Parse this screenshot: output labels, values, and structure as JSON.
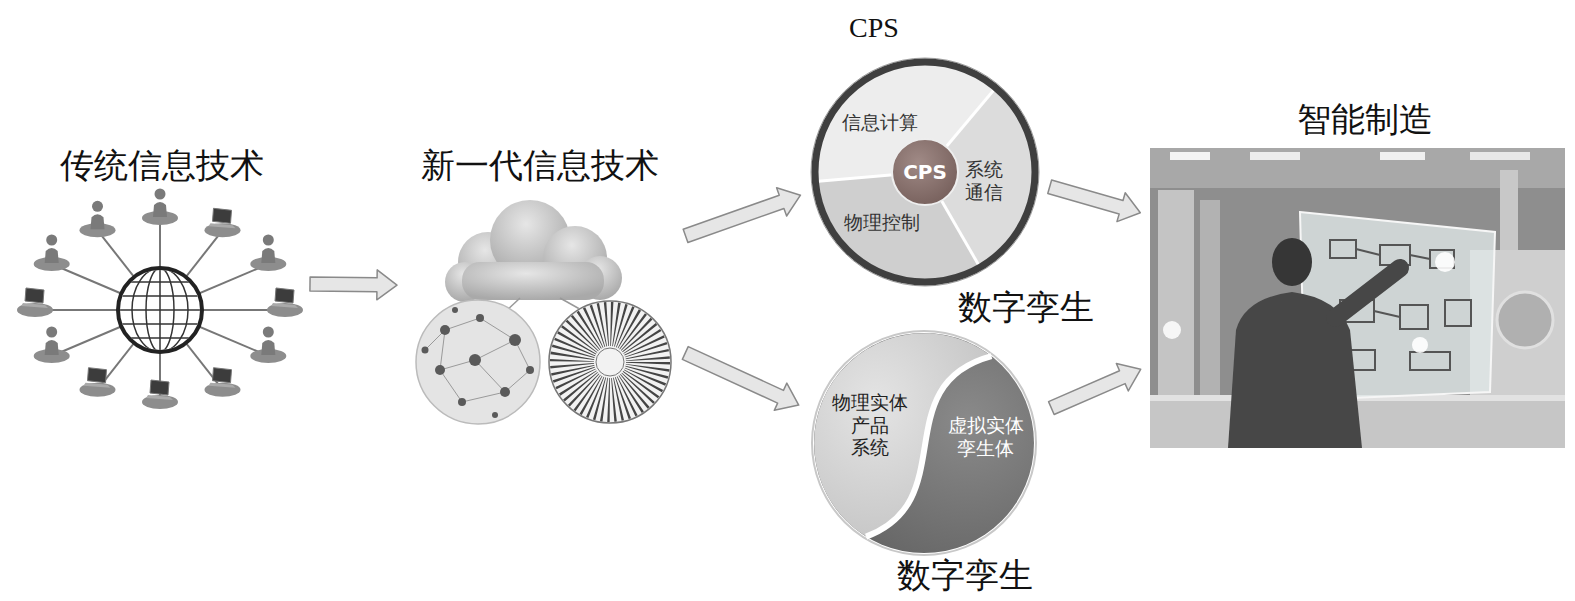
{
  "diagram": {
    "nodes": [
      {
        "text": [
          "传统信息技术"
        ]
      },
      {
        "text": [
          "新一代信息技术"
        ]
      },
      {
        "text": [
          "CPS"
        ]
      },
      {
        "text": [
          "信息计算"
        ],
        "in": 2
      },
      {
        "text": [
          "CPS"
        ],
        "in": 2
      },
      {
        "text": [
          "系统 通信"
        ],
        "in": 2
      },
      {
        "text": [
          "物理控制"
        ],
        "in": 2
      },
      {
        "text": [
          "数字孪生"
        ]
      },
      {
        "text": [
          "物理实体 产品 系统"
        ],
        "in": 7
      },
      {
        "text": [
          "虚拟实体 孪生体"
        ],
        "in": 7
      },
      {
        "text": [
          "智能制造"
        ]
      }
    ],
    "edges": [
      {
        "from": 0,
        "to": 1,
        "arrow": "to"
      },
      {
        "from": 1,
        "to": 2,
        "arrow": "to"
      },
      {
        "from": 1,
        "to": 7,
        "arrow": "to"
      },
      {
        "from": 2,
        "to": 10,
        "arrow": "to"
      },
      {
        "from": 7,
        "to": 10,
        "arrow": "to"
      }
    ],
    "labels": [
      "数字孪生"
    ]
  }
}
